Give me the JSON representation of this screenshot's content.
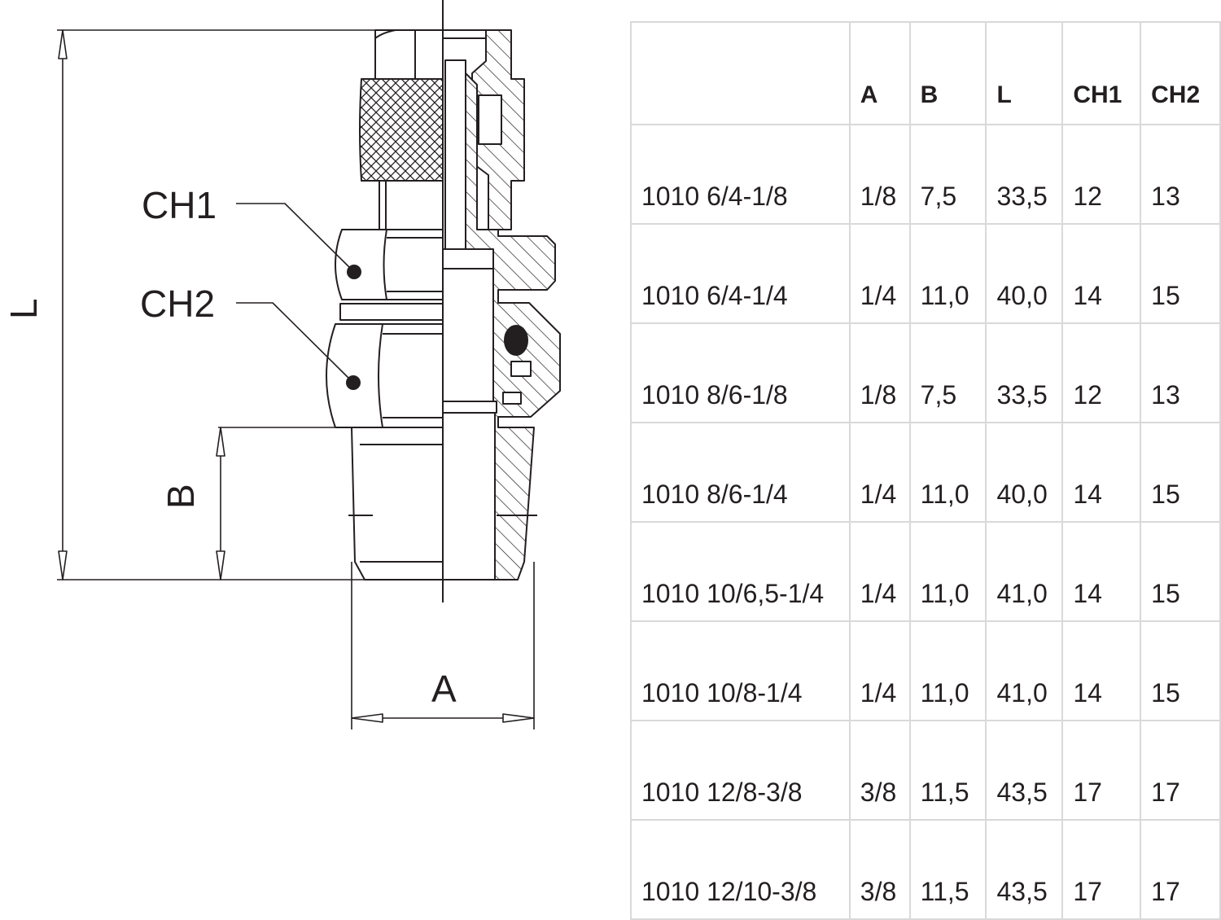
{
  "drawing": {
    "labels": {
      "ch1": "CH1",
      "ch2": "CH2",
      "dim_l": "L",
      "dim_b": "B",
      "dim_a": "A"
    }
  },
  "table": {
    "headers": [
      "",
      "A",
      "B",
      "L",
      "CH1",
      "CH2"
    ],
    "rows": [
      [
        "1010 6/4-1/8",
        "1/8",
        "7,5",
        "33,5",
        "12",
        "13"
      ],
      [
        "1010 6/4-1/4",
        "1/4",
        "11,0",
        "40,0",
        "14",
        "15"
      ],
      [
        "1010 8/6-1/8",
        "1/8",
        "7,5",
        "33,5",
        "12",
        "13"
      ],
      [
        "1010 8/6-1/4",
        "1/4",
        "11,0",
        "40,0",
        "14",
        "15"
      ],
      [
        "1010 10/6,5-1/4",
        "1/4",
        "11,0",
        "41,0",
        "14",
        "15"
      ],
      [
        "1010 10/8-1/4",
        "1/4",
        "11,0",
        "41,0",
        "14",
        "15"
      ],
      [
        "1010 12/8-3/8",
        "3/8",
        "11,5",
        "43,5",
        "17",
        "17"
      ],
      [
        "1010 12/10-3/8",
        "3/8",
        "11,5",
        "43,5",
        "17",
        "17"
      ]
    ]
  }
}
